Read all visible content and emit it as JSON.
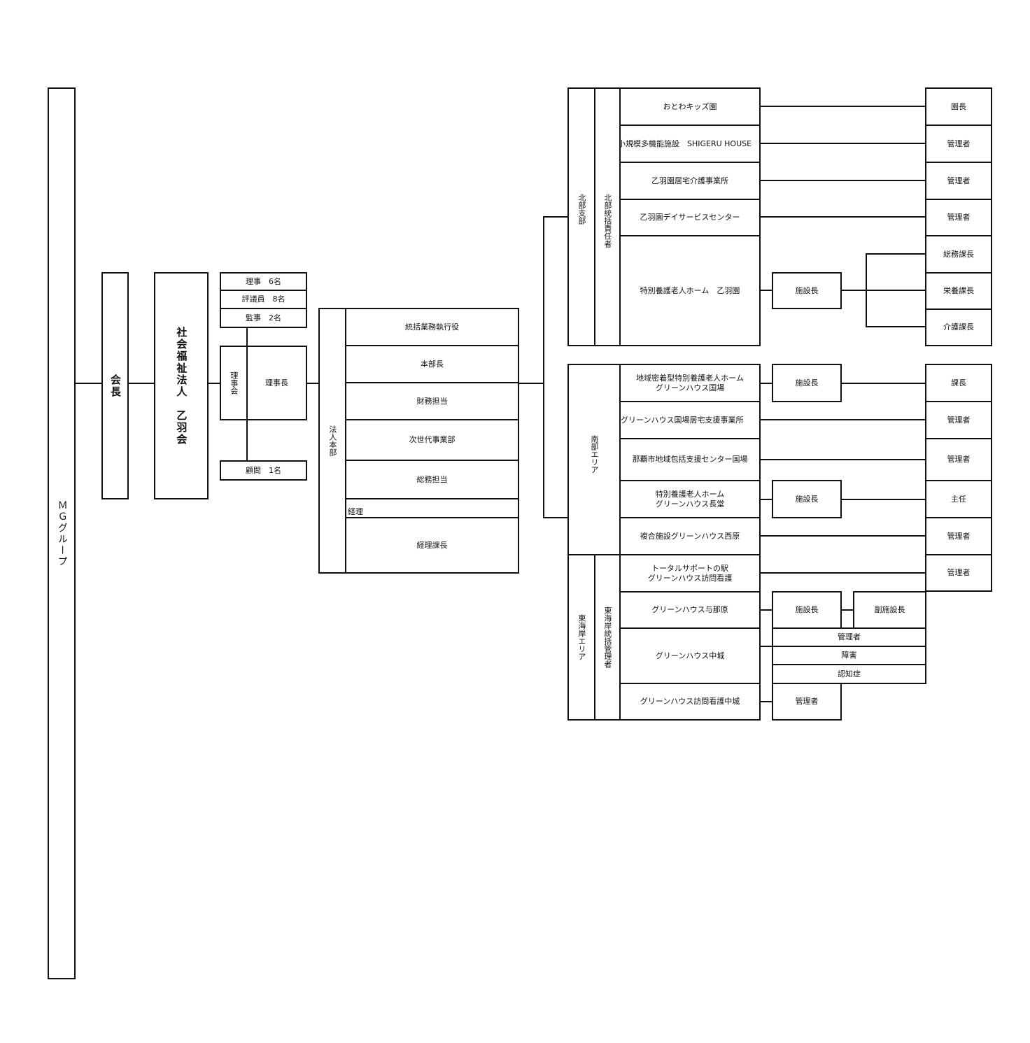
{
  "group": {
    "label": "ＭＧグループ"
  },
  "chairman": {
    "label": "会長"
  },
  "corporation": {
    "label": "社会福祉法人　乙羽会"
  },
  "board_members": [
    {
      "label": "理事　6名"
    },
    {
      "label": "評議員　8名"
    },
    {
      "label": "監事　2名"
    }
  ],
  "board": {
    "group_label": "理事会",
    "head_label": "理事長"
  },
  "advisor": {
    "label": "顧問　1名"
  },
  "headquarters": {
    "label": "法人本部",
    "roles": [
      {
        "label": "統括業務執行役"
      },
      {
        "label": "本部長"
      },
      {
        "label": "財務担当"
      },
      {
        "label": "次世代事業部"
      },
      {
        "label": "総務担当"
      },
      {
        "label": "経理"
      },
      {
        "label": "経理課長"
      }
    ]
  },
  "north": {
    "branch_label": "北部支部",
    "manager_label": "北部統括責任者",
    "facilities": [
      {
        "name": "おとわキッズ園",
        "head": "園長"
      },
      {
        "name": "小規模多機能施設　SHIGERU HOUSE",
        "head": "管理者"
      },
      {
        "name": "乙羽園居宅介護事業所",
        "head": "管理者"
      },
      {
        "name": "乙羽園デイサービスセンター",
        "head": "管理者"
      },
      {
        "name": "特別養護老人ホーム　乙羽園",
        "mid": "施設長",
        "heads": [
          "総務課長",
          "栄養課長",
          "介護課長"
        ]
      }
    ]
  },
  "south": {
    "area_label": "南部エリア",
    "facilities": [
      {
        "name": "地域密着型特別養護老人ホーム\nグリーンハウス国場",
        "mid": "施設長",
        "head": "課長"
      },
      {
        "name": "グリーンハウス国場居宅支援事業所",
        "head": "管理者"
      },
      {
        "name": "那覇市地域包括支援センター国場",
        "head": "管理者"
      },
      {
        "name": "特別養護老人ホーム\nグリーンハウス長堂",
        "mid": "施設長",
        "head": "主任"
      },
      {
        "name": "複合施設グリーンハウス西原",
        "head": "管理者"
      }
    ]
  },
  "east": {
    "area_label": "東海岸エリア",
    "manager_label": "東海岸統括管理者",
    "facilities": [
      {
        "name": "トータルサポートの駅\nグリーンハウス訪問看護",
        "head": "管理者"
      },
      {
        "name": "グリーンハウス与那原",
        "mid": "施設長",
        "sub": "副施設長"
      },
      {
        "name": "グリーンハウス中城",
        "units": [
          "管理者",
          "障害",
          "認知症"
        ]
      },
      {
        "name": "グリーンハウス訪問看護中城",
        "mid": "管理者"
      }
    ]
  }
}
